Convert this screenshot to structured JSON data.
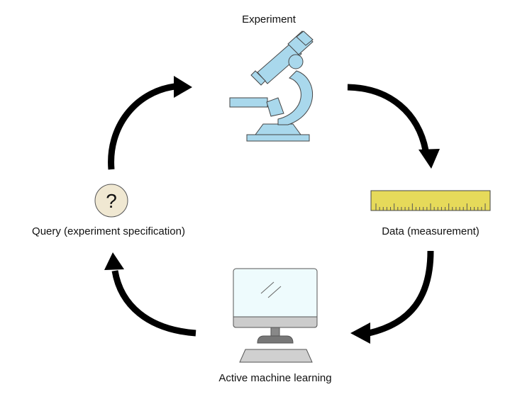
{
  "labels": {
    "experiment": "Experiment",
    "data": "Data (measurement)",
    "learning": "Active machine learning",
    "query": "Query (experiment specification)",
    "query_symbol": "?"
  },
  "icons": {
    "experiment": "microscope-icon",
    "data": "ruler-icon",
    "learning": "desktop-computer-icon",
    "query": "question-mark-icon"
  },
  "colors": {
    "microscope": "#a9d8ec",
    "ruler": "#e6da5a",
    "screen": "#eefbfd",
    "monitor_base": "#cccccc",
    "question_circle": "#f0e8d2",
    "arrow": "#000000"
  }
}
